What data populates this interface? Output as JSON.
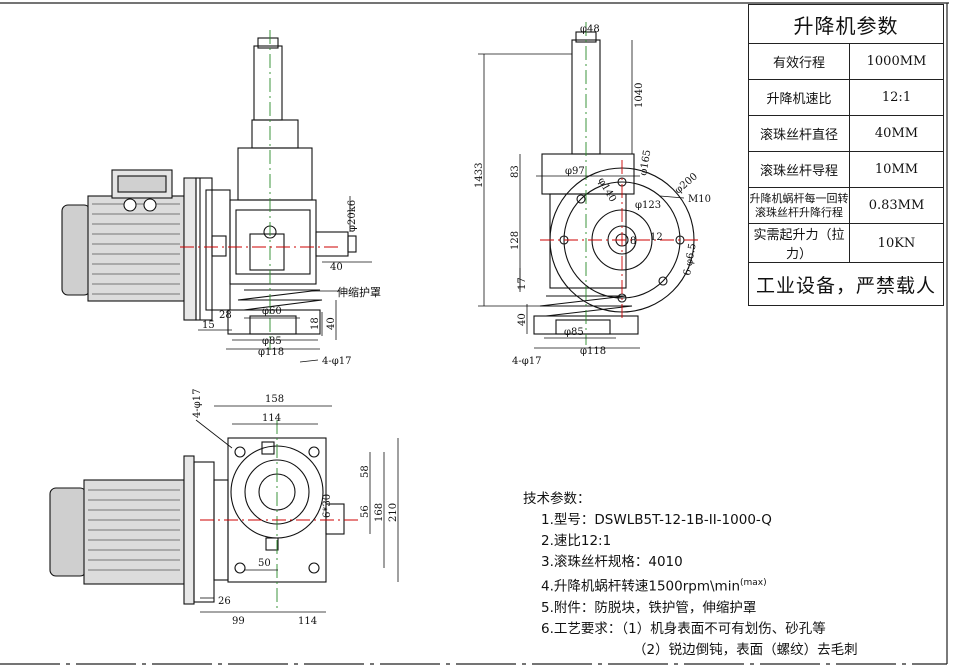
{
  "params": {
    "title": "升降机参数",
    "rows": [
      {
        "label": "有效行程",
        "value": "1000MM"
      },
      {
        "label": "升降机速比",
        "value": "12:1"
      },
      {
        "label": "滚珠丝杆直径",
        "value": "40MM"
      },
      {
        "label": "滚珠丝杆导程",
        "value": "10MM"
      },
      {
        "label": "升降机蜗杆每一回转滚珠丝杆升降行程",
        "label_line1": "升降机蜗杆每一回转",
        "label_line2": "滚珠丝杆升降行程",
        "value": "0.83MM"
      },
      {
        "label": "实需起升力（拉力）",
        "value": "10KN"
      }
    ],
    "warning": "工业设备，严禁载人"
  },
  "tech": {
    "heading": "技术参数：",
    "items": [
      "1.型号：DSWLB5T-12-1B-II-1000-Q",
      "2.速比12:1",
      "3.滚珠丝杆规格：4010",
      "4.升降机蜗杆转速1500rpm\\min",
      "5.附件：防脱块，铁护管，伸缩护罩",
      "6.工艺要求：（1）机身表面不可有划伤、砂孔等",
      "（2）锐边倒钝，表面（螺纹）去毛刺"
    ],
    "item4_sup": "(max)"
  },
  "dims": {
    "front": {
      "shaft_dia": "φ20k6",
      "key_len": "40",
      "bellows_label": "伸缩护罩",
      "d15": "15",
      "d28": "28",
      "d60": "φ60",
      "d85": "φ85",
      "d118": "φ118",
      "d18": "18",
      "d40": "40",
      "holes": "4-φ17"
    },
    "side": {
      "top_dia": "φ48",
      "total": "1433",
      "tube": "1040",
      "d83": "83",
      "d128": "128",
      "d97": "φ97",
      "d140": "φ140",
      "d165": "φ165",
      "d200": "φ200",
      "d123": "φ123",
      "m10": "M10",
      "d12": "12",
      "d8": "8",
      "d6_5": "6-φ6.5",
      "d40": "40",
      "d17": "17",
      "d85": "φ85",
      "d118": "φ118",
      "holes": "4-φ17"
    },
    "top": {
      "holes": "4-φ17",
      "w158": "158",
      "w114": "114",
      "d6_30": "6*30",
      "h58": "58",
      "h56": "56",
      "h168": "168",
      "h210": "210",
      "d50": "50",
      "d26": "26",
      "d99": "99",
      "d114b": "114"
    }
  }
}
